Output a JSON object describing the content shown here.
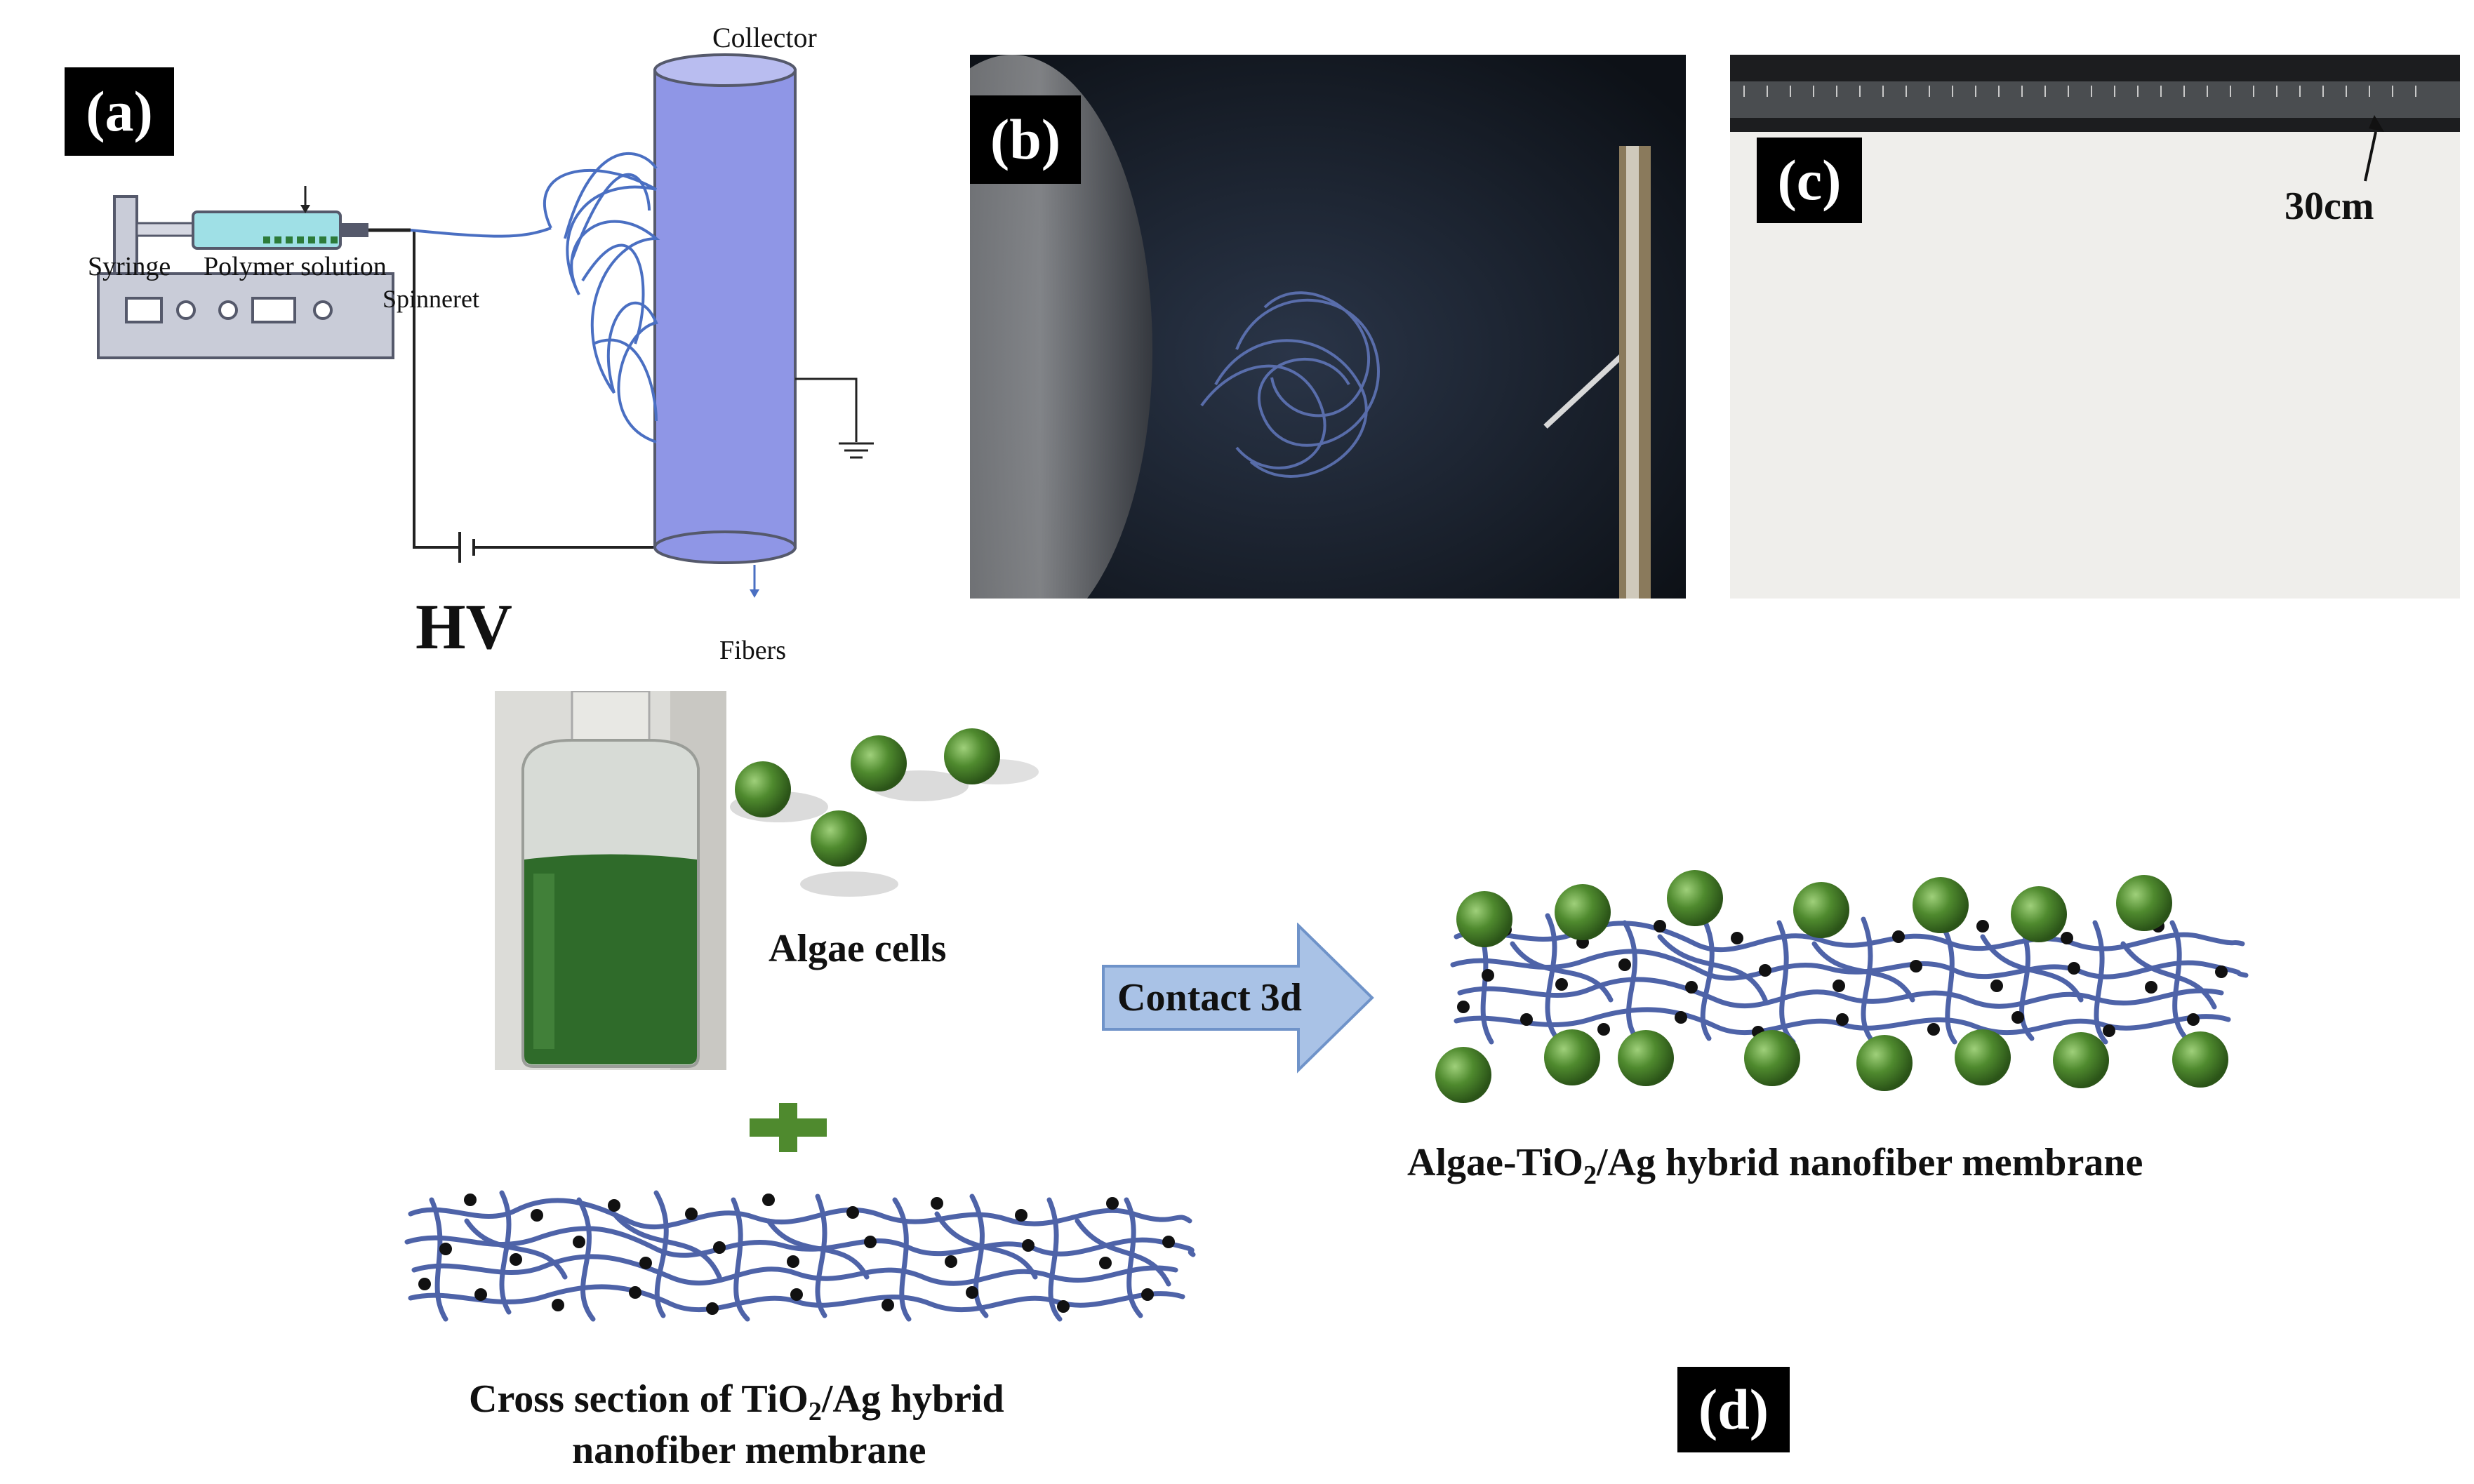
{
  "panel_a": {
    "tag": "(a)",
    "collector": "Collector",
    "syringe": "Syringe",
    "polymer_solution": "Polymer solution",
    "spinneret": "Spinneret",
    "hv": "HV",
    "fibers": "Fibers"
  },
  "panel_b": {
    "tag": "(b)"
  },
  "panel_c": {
    "tag": "(c)",
    "ruler_note": "30cm"
  },
  "panel_d": {
    "tag": "(d)",
    "algae_cells": "Algae cells",
    "plus": "+",
    "arrow_label": "Contact 3d",
    "hybrid_prefix": "Algae-TiO",
    "hybrid_sub": "2",
    "hybrid_suffix": "/Ag hybrid nanofiber membrane",
    "cross_line1_prefix": "Cross section of TiO",
    "cross_line1_sub": "2",
    "cross_line1_suffix": "/Ag hybrid",
    "cross_line2": "nanofiber membrane"
  },
  "colors": {
    "collector_fill": "#8f96e6",
    "fiber_blue": "#4a6fc2",
    "algae_green": "#4f8a2e",
    "arrow_fill": "#a9c2e6",
    "arrow_stroke": "#6f93c9"
  }
}
